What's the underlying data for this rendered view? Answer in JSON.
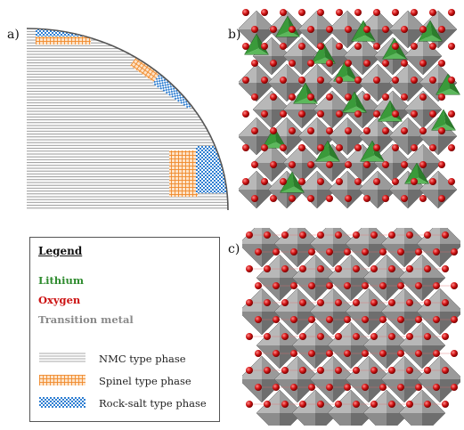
{
  "panels": {
    "a": "a)",
    "b": "b)",
    "c": "c)"
  },
  "legend": {
    "title": "Legend",
    "elements": [
      {
        "label": "Lithium",
        "color": "#2e8b2e"
      },
      {
        "label": "Oxygen",
        "color": "#cc1111"
      },
      {
        "label": "Transition metal",
        "color": "#8a8a8a"
      }
    ],
    "phases": [
      {
        "label": "NMC type phase",
        "pattern": "horizontal-stripes"
      },
      {
        "label": "Spinel type phase",
        "pattern": "orange-crosshatch"
      },
      {
        "label": "Rock-salt type phase",
        "pattern": "blue-checker"
      }
    ]
  },
  "colors": {
    "stripe": "#8c8c8c",
    "spinel": "#f2a25a",
    "rocksalt": "#3d86d6",
    "lithium": "#3fa43f",
    "oxygen": "#d01414",
    "metal": "#9a9a9a"
  }
}
